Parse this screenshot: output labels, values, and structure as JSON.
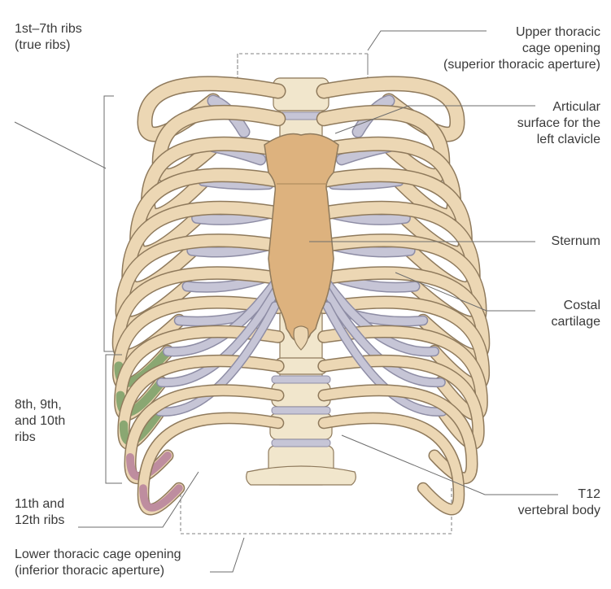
{
  "labels": {
    "true_ribs": [
      "1st–7th ribs",
      "(true ribs)"
    ],
    "upper_opening": [
      "Upper thoracic",
      "cage opening",
      "(superior thoracic aperture)"
    ],
    "articular": [
      "Articular",
      "surface for the",
      "left clavicle"
    ],
    "sternum": [
      "Sternum"
    ],
    "costal": [
      "Costal",
      "cartilage"
    ],
    "false_ribs": [
      "8th, 9th,",
      "and 10th",
      "ribs"
    ],
    "floating_ribs": [
      "11th and",
      "12th ribs"
    ],
    "t12": [
      "T12",
      "vertebral body"
    ],
    "lower_opening": [
      "Lower thoracic cage opening",
      "(inferior thoracic aperture)"
    ]
  },
  "colors": {
    "bone": "#ecd7b4",
    "bone_outline": "#8f7a5c",
    "sternum": "#ddb27e",
    "cartilage": "#c6c5d6",
    "false_rib": "#7fa26a",
    "floating_rib": "#b9859c",
    "vertebra": "#f1e6cc",
    "leader": "#6d6d6d"
  }
}
